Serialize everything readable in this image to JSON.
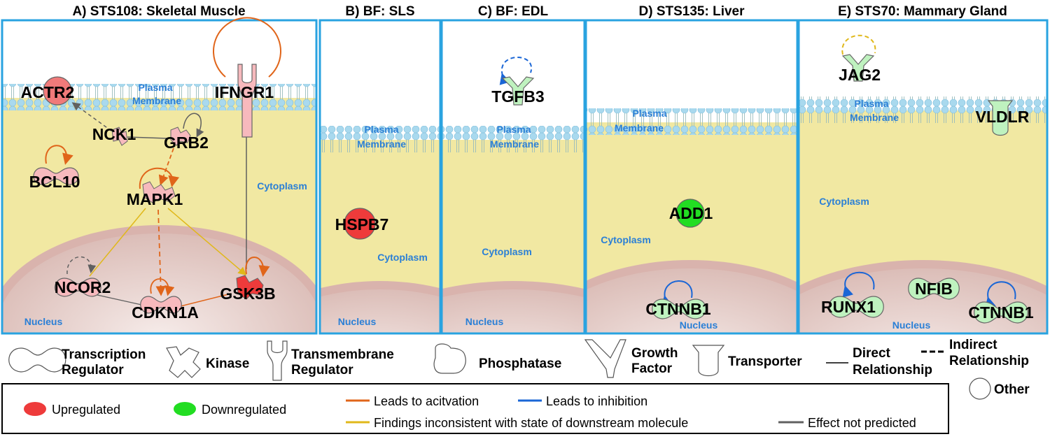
{
  "panels": [
    {
      "title": "A) STS108: Skeletal Muscle"
    },
    {
      "title": "B) BF: SLS"
    },
    {
      "title": "C) BF: EDL"
    },
    {
      "title": "D) STS135: Liver"
    },
    {
      "title": "E) STS70: Mammary Gland"
    }
  ],
  "compartments": {
    "plasma": "Plasma",
    "membrane": "Membrane",
    "cytoplasm": "Cytoplasm",
    "nucleus": "Nucleus"
  },
  "molecules": {
    "actr2": "ACTR2",
    "ifngr1": "IFNGR1",
    "nck1": "NCK1",
    "grb2": "GRB2",
    "bcl10": "BCL10",
    "mapk1": "MAPK1",
    "ncor2": "NCOR2",
    "cdkn1a": "CDKN1A",
    "gsk3b": "GSK3B",
    "hspb7": "HSPB7",
    "tgfb3": "TGFB3",
    "add1": "ADD1",
    "ctnnb1": "CTNNB1",
    "jag2": "JAG2",
    "vldlr": "VLDLR",
    "runx1": "RUNX1",
    "nfib": "NFIB"
  },
  "shape_legend": {
    "transcription_1": "Transcription",
    "transcription_2": "Regulator",
    "kinase": "Kinase",
    "transmembrane_1": "Transmembrane",
    "transmembrane_2": "Regulator",
    "phosphatase": "Phosphatase",
    "growth_1": "Growth",
    "growth_2": "Factor",
    "transporter": "Transporter",
    "direct_1": "Direct",
    "direct_2": "Relationship",
    "indirect_1": "Indirect",
    "indirect_2": "Relationship",
    "other": "Other"
  },
  "color_key": {
    "upregulated": "Upregulated",
    "downregulated": "Downregulated",
    "activation": "Leads to acitvation",
    "inhibition": "Leads to inhibition",
    "inconsistent": "Findings inconsistent with state of downstream molecule",
    "not_predicted": "Effect not predicted"
  },
  "colors": {
    "panel_border": "#29a3e0",
    "cytoplasm": "#f1e8a2",
    "nucleus": "#e9d6d2",
    "up_strong": "#ee3b3b",
    "up_light": "#f7b9bd",
    "down_strong": "#22dd22",
    "down_light": "#bff2bf",
    "activation": "#e0651a",
    "inhibition": "#1a66d6",
    "inconsistent": "#e0b81a",
    "not_predicted": "#606060"
  }
}
